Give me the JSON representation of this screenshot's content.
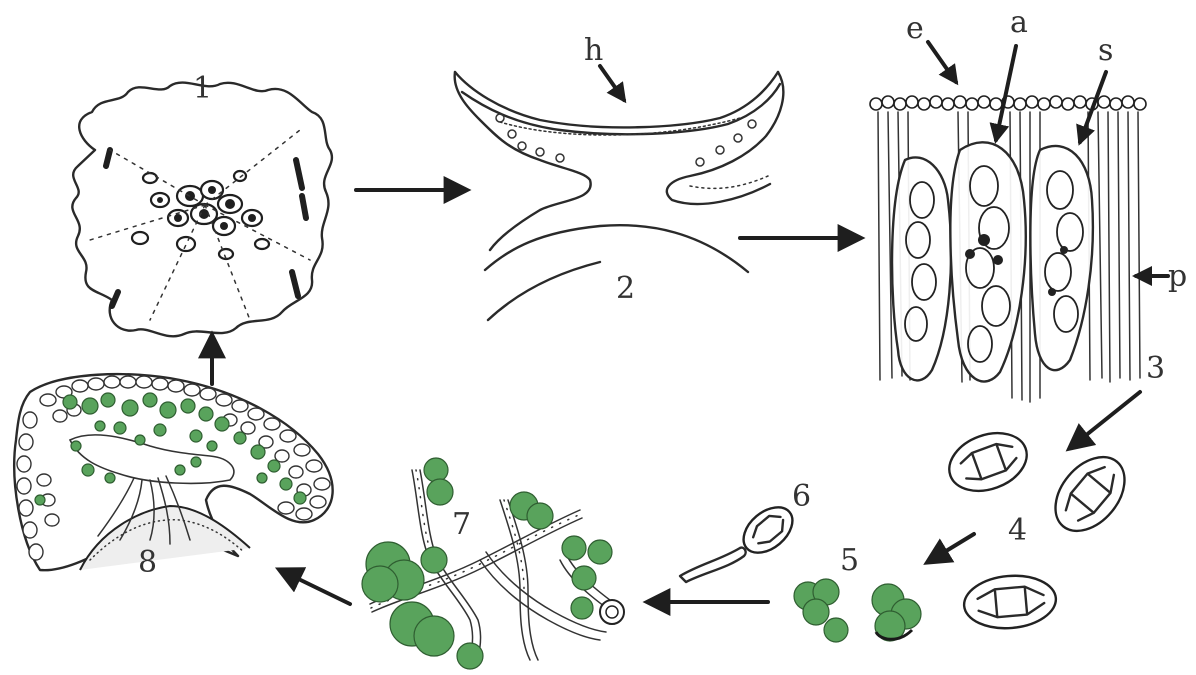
{
  "stages": {
    "s1": "1",
    "s2": "2",
    "s3": "3",
    "s4": "4",
    "s5": "5",
    "s6": "6",
    "s7": "7",
    "s8": "8"
  },
  "parts": {
    "h": "h",
    "e": "e",
    "a": "a",
    "s": "s",
    "p": "p"
  },
  "colors": {
    "ink": "#2a2a2a",
    "algae_green": "#59a35c",
    "background": "#ffffff"
  }
}
